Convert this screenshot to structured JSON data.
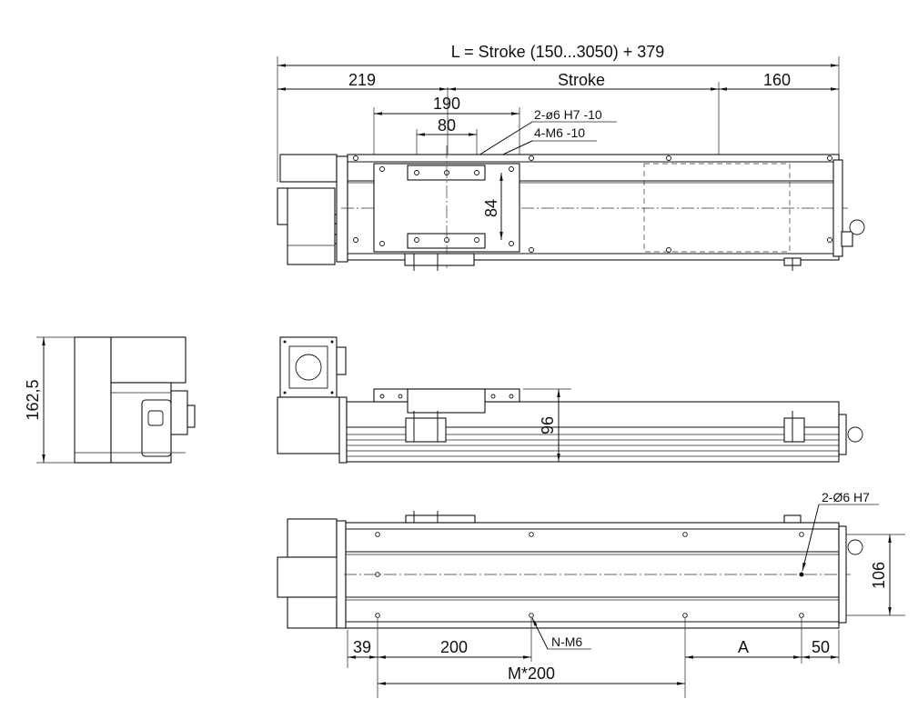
{
  "title": "",
  "top_view": {
    "overall_length": "L = Stroke (150...3050) + 379",
    "left_offset": "219",
    "stroke": "Stroke",
    "right_offset": "160",
    "carriage_length": "190",
    "hole_spacing": "80",
    "carriage_width": "84",
    "callout_pin_holes": "2-ø6 H7 -10",
    "callout_threads": "4-M6 -10"
  },
  "end_view": {
    "height": "162,5"
  },
  "side_view": {
    "height": "96"
  },
  "bottom_view": {
    "callout_pin_holes": "2-Ø6 H7",
    "width": "106",
    "callout_threads": "N-M6",
    "dim_left": "39",
    "dim_pitch": "200",
    "dim_a": "A",
    "dim_right": "50",
    "dim_total": "M*200"
  },
  "colors": {
    "line": "#111111",
    "background": "#ffffff"
  }
}
